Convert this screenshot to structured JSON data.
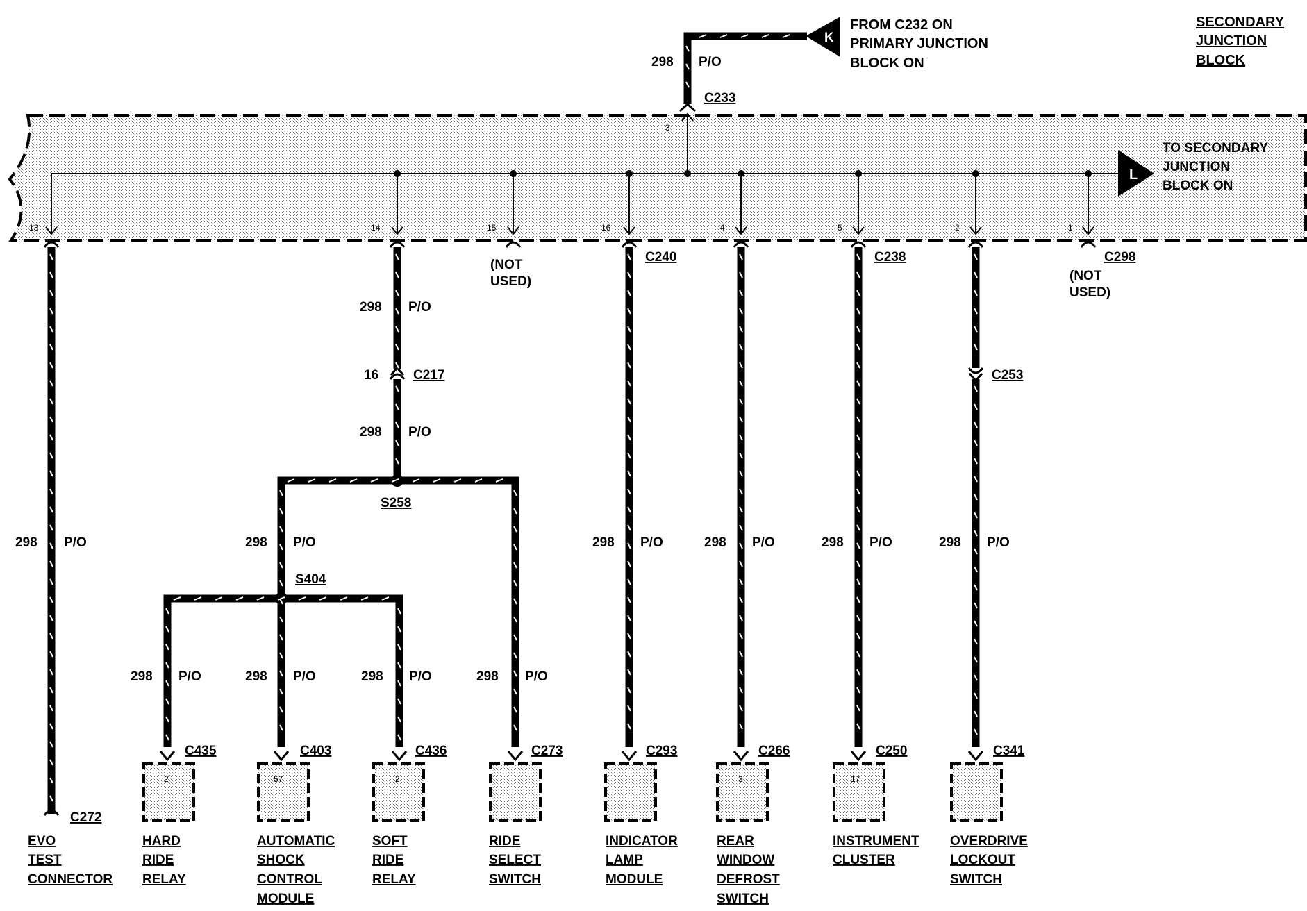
{
  "title": [
    "SECONDARY",
    "JUNCTION",
    "BLOCK"
  ],
  "from_connector": {
    "letter": "K",
    "text": [
      "FROM C232 ON",
      "PRIMARY JUNCTION",
      "BLOCK ON"
    ]
  },
  "to_connector": {
    "letter": "L",
    "text": [
      "TO SECONDARY",
      "JUNCTION",
      "BLOCK ON"
    ]
  },
  "wire": {
    "circuit": "298",
    "color": "P/O"
  },
  "input_connector": {
    "name": "C233",
    "pin": "3"
  },
  "intermediate": {
    "c217": {
      "name": "C217",
      "pin": "16"
    },
    "c253": {
      "name": "C253"
    },
    "s258": {
      "name": "S258"
    },
    "s404": {
      "name": "S404"
    }
  },
  "pins": [
    {
      "pin": "13",
      "connector": "",
      "note": ""
    },
    {
      "pin": "14",
      "connector": "",
      "note": ""
    },
    {
      "pin": "15",
      "connector": "",
      "note": "(NOT USED)"
    },
    {
      "pin": "16",
      "connector": "C240",
      "note": ""
    },
    {
      "pin": "4",
      "connector": "",
      "note": ""
    },
    {
      "pin": "5",
      "connector": "C238",
      "note": ""
    },
    {
      "pin": "2",
      "connector": "",
      "note": ""
    },
    {
      "pin": "1",
      "connector": "C298",
      "note": "(NOT USED)"
    }
  ],
  "components": [
    {
      "connector": "C272",
      "pin": "",
      "name": [
        "EVO",
        "TEST",
        "CONNECTOR"
      ]
    },
    {
      "connector": "C435",
      "pin": "2",
      "name": [
        "HARD",
        "RIDE",
        "RELAY"
      ]
    },
    {
      "connector": "C403",
      "pin": "57",
      "name": [
        "AUTOMATIC",
        "SHOCK",
        "CONTROL",
        "MODULE"
      ]
    },
    {
      "connector": "C436",
      "pin": "2",
      "name": [
        "SOFT",
        "RIDE",
        "RELAY"
      ]
    },
    {
      "connector": "C273",
      "pin": "",
      "name": [
        "RIDE",
        "SELECT",
        "SWITCH"
      ]
    },
    {
      "connector": "C293",
      "pin": "",
      "name": [
        "INDICATOR",
        "LAMP",
        "MODULE"
      ]
    },
    {
      "connector": "C266",
      "pin": "3",
      "name": [
        "REAR",
        "WINDOW",
        "DEFROST",
        "SWITCH"
      ]
    },
    {
      "connector": "C250",
      "pin": "17",
      "name": [
        "INSTRUMENT",
        "CLUSTER"
      ]
    },
    {
      "connector": "C341",
      "pin": "",
      "name": [
        "OVERDRIVE",
        "LOCKOUT",
        "SWITCH"
      ]
    }
  ]
}
